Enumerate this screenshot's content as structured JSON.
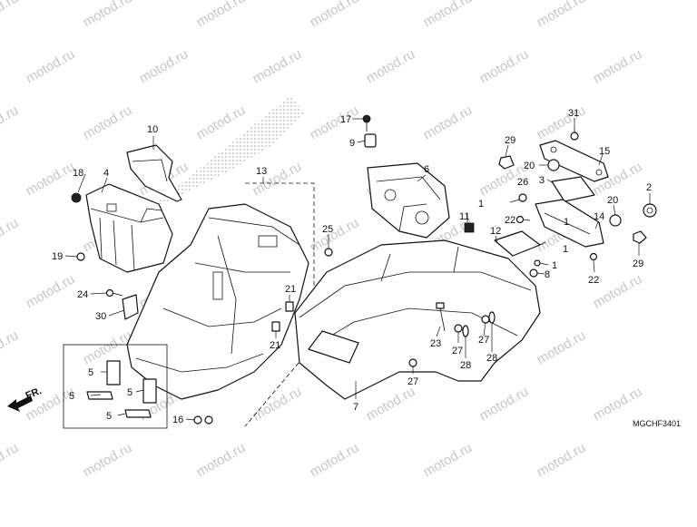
{
  "diagram": {
    "code": "MGCHF3401",
    "front_label": "FR.",
    "watermark": "motod.ru",
    "callouts": [
      "1",
      "2",
      "3",
      "4",
      "5",
      "6",
      "7",
      "8",
      "9",
      "10",
      "11",
      "12",
      "13",
      "14",
      "15",
      "16",
      "17",
      "18",
      "19",
      "20",
      "21",
      "22",
      "23",
      "24",
      "25",
      "26",
      "27",
      "28",
      "29",
      "30",
      "31"
    ]
  }
}
